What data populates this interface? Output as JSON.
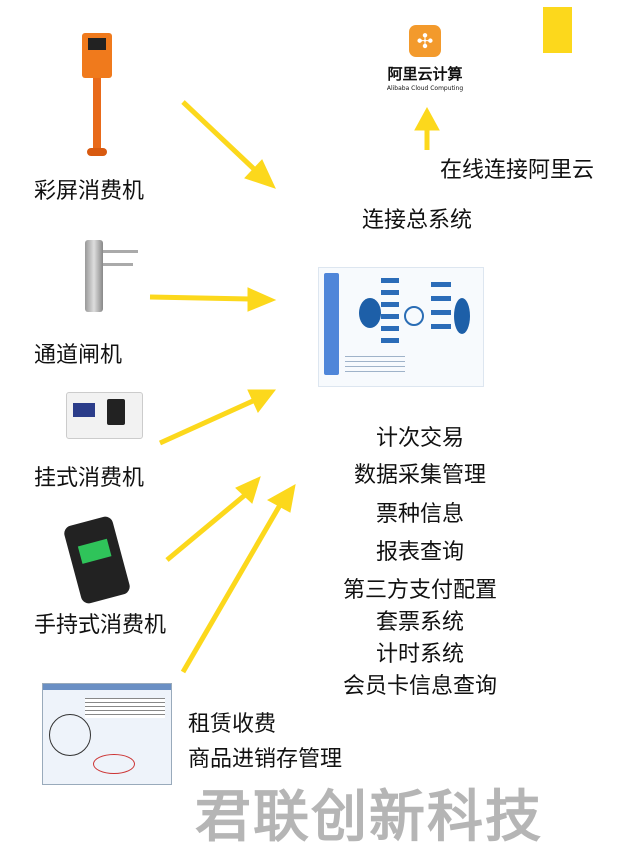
{
  "colors": {
    "arrow": "#fcd81c",
    "brand_orange": "#f39a2c",
    "accent_block": "#fcd81c"
  },
  "logo": {
    "name": "阿里云计算",
    "sub": "Alibaba Cloud Computing"
  },
  "cloud_label": "在线连接阿里云",
  "system_label": "连接总系统",
  "devices": [
    {
      "label": "彩屏消费机",
      "icon": "pole-terminal-icon"
    },
    {
      "label": "通道闸机",
      "icon": "turnstile-icon"
    },
    {
      "label": "挂式消费机",
      "icon": "wall-terminal-icon"
    },
    {
      "label": "手持式消费机",
      "icon": "handheld-terminal-icon"
    }
  ],
  "features": [
    "计次交易",
    "数据采集管理",
    "票种信息",
    "报表查询",
    "第三方支付配置",
    "套票系统",
    "计时系统",
    "会员卡信息查询"
  ],
  "software_features": [
    "租赁收费",
    "商品进销存管理"
  ],
  "watermark": "君联创新科技"
}
